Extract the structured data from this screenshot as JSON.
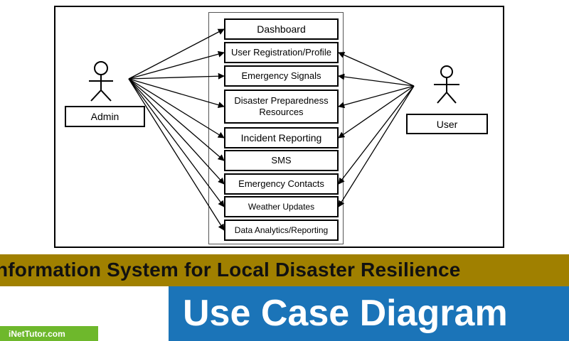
{
  "actors": {
    "admin": "Admin",
    "user": "User"
  },
  "use_cases": [
    "Dashboard",
    "User Registration/Profile",
    "Emergency Signals",
    "Disaster Preparedness Resources",
    "Incident Reporting",
    "SMS",
    "Emergency Contacts",
    "Weather Updates",
    "Data Analytics/Reporting"
  ],
  "use_case_lines": {
    "preparedness_line1": "Disaster Preparedness",
    "preparedness_line2": "Resources"
  },
  "banner": {
    "subtitle": "Information System for Local Disaster Resilience",
    "title": "Use Case Diagram",
    "site": "iNetTutor.com"
  },
  "colors": {
    "olive_band": "#a08000",
    "blue_band": "#1b74b8",
    "green_badge": "#6eb82c"
  },
  "connections": {
    "admin": [
      "Dashboard",
      "User Registration/Profile",
      "Emergency Signals",
      "Disaster Preparedness Resources",
      "Incident Reporting",
      "SMS",
      "Emergency Contacts",
      "Weather Updates",
      "Data Analytics/Reporting"
    ],
    "user": [
      "User Registration/Profile",
      "Emergency Signals",
      "Disaster Preparedness Resources",
      "Incident Reporting",
      "Emergency Contacts",
      "Weather Updates"
    ]
  }
}
